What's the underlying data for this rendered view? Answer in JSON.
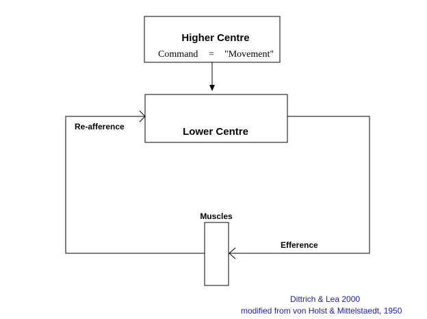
{
  "higher_centre": {
    "title": "Higher Centre",
    "command_label": "Command",
    "command_equals": "=",
    "command_value": "\"Movement\""
  },
  "lower_centre": {
    "title": "Lower Centre"
  },
  "muscles": {
    "label": "Muscles"
  },
  "loop_labels": {
    "reafference": "Re-afference",
    "efference": "Efference"
  },
  "credit": {
    "line1": "Dittrich & Lea 2000",
    "line2": "modified from von Holst & Mittelstaedt, 1950"
  },
  "colors": {
    "stroke": "#000000",
    "credit_text": "#1a1aa6"
  }
}
